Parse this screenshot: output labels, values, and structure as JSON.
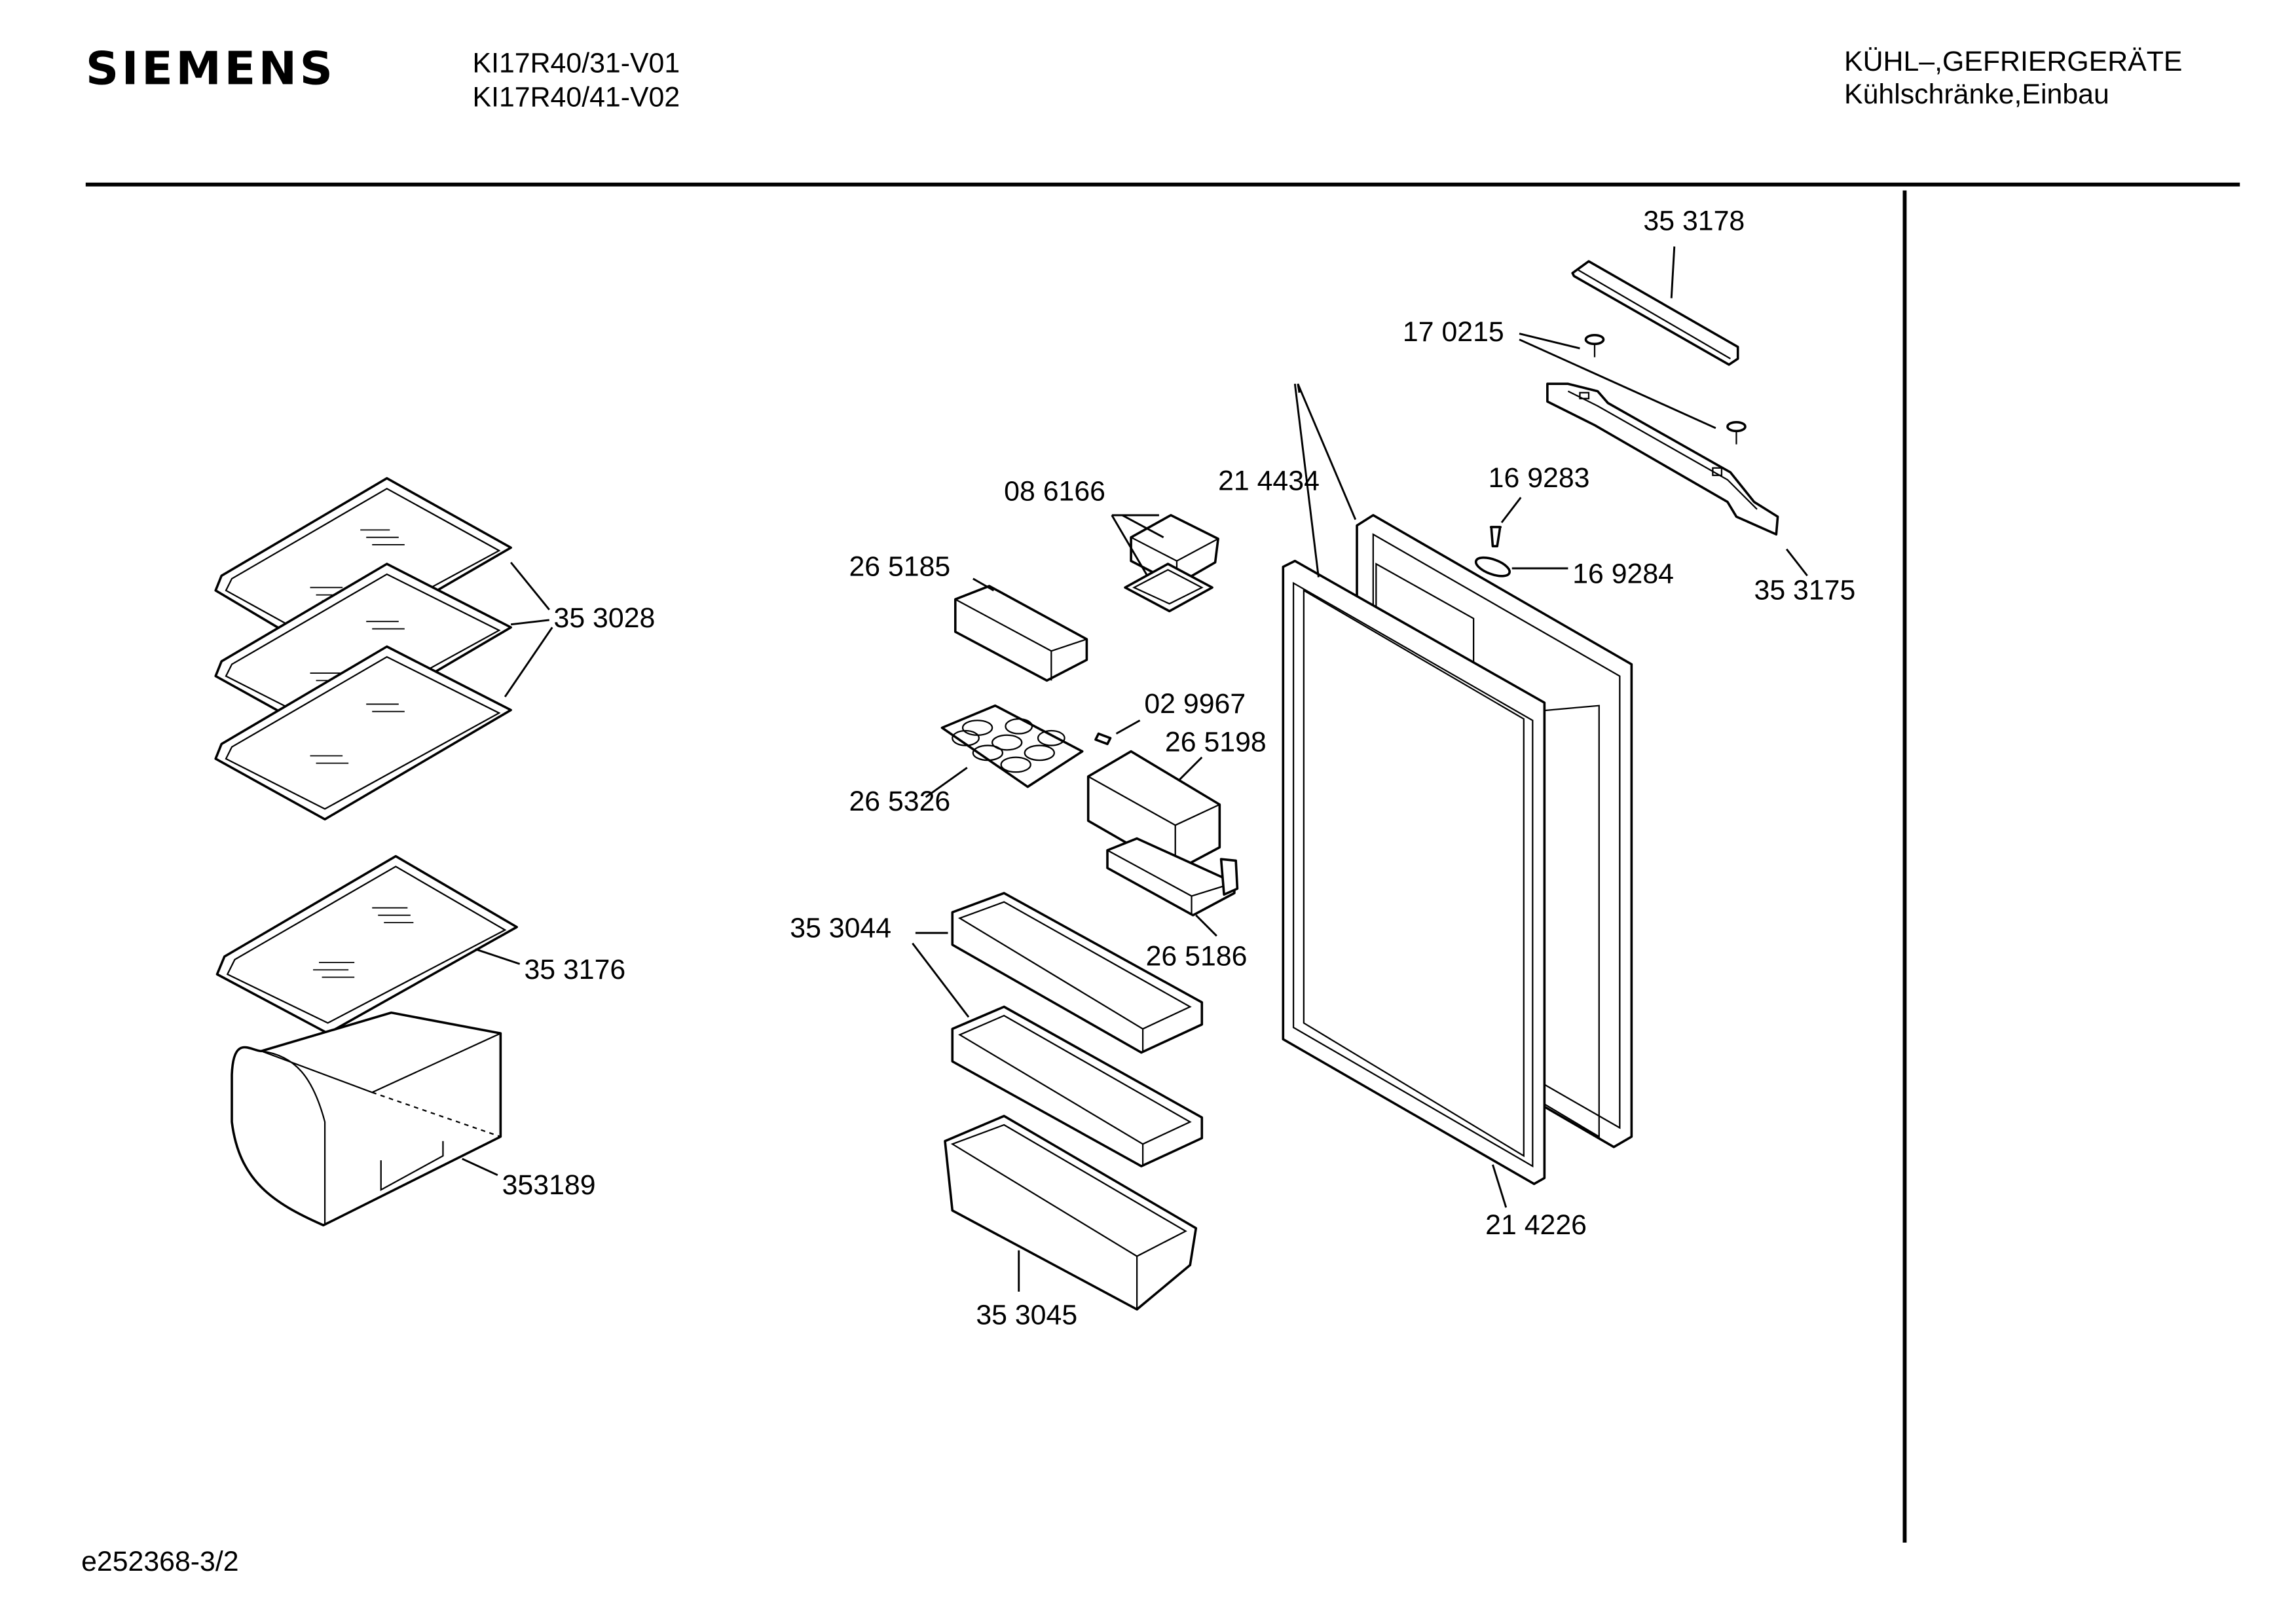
{
  "header": {
    "brand": "SIEMENS",
    "models": [
      "KI17R40/31-V01",
      "KI17R40/41-V02"
    ],
    "category": "KÜHL–,GEFRIERGERÄTE",
    "subcategory": "Kühlschränke,Einbau"
  },
  "footer": {
    "doc_id": "e252368-3/2"
  },
  "parts": {
    "p353178": "35 3178",
    "p170215": "17 0215",
    "p353175": "35 3175",
    "p169283": "16 9283",
    "p169284": "16 9284",
    "p214434": "21 4434",
    "p086166": "08 6166",
    "p265185": "26 5185",
    "p029967": "02 9967",
    "p265198": "26 5198",
    "p265326": "26 5326",
    "p353044": "35 3044",
    "p265186": "26 5186",
    "p353045": "35 3045",
    "p214226": "21 4226",
    "p353028": "35 3028",
    "p353176": "35 3176",
    "p353189": "353189"
  }
}
